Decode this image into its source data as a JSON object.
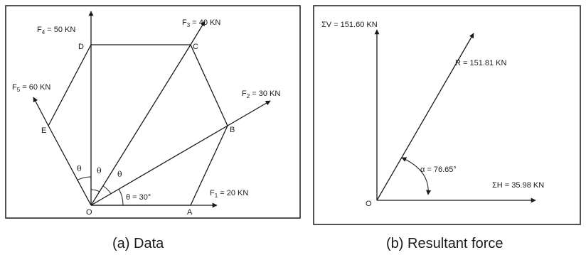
{
  "panel_a": {
    "forces": [
      {
        "sym": "F",
        "sub": "1",
        "val": " = 20 KN"
      },
      {
        "sym": "F",
        "sub": "2",
        "val": " = 30 KN"
      },
      {
        "sym": "F",
        "sub": "3",
        "val": " = 40 KN"
      },
      {
        "sym": "F",
        "sub": "4",
        "val": " = 50 KN"
      },
      {
        "sym": "F",
        "sub": "5",
        "val": " = 60 KN"
      }
    ],
    "vertices": {
      "o": "O",
      "a": "A",
      "b": "B",
      "c": "C",
      "d": "D",
      "e": "E"
    },
    "theta_symbol": "θ",
    "theta_base": "θ = 30°",
    "caption": "(a) Data"
  },
  "panel_b": {
    "sum_v": "ΣV = 151.60 KN",
    "resultant": "R = 151.81 KN",
    "alpha": "α = 76.65°",
    "sum_h": "ΣH = 35.98 KN",
    "origin": "O",
    "caption": "(b) Resultant force"
  }
}
